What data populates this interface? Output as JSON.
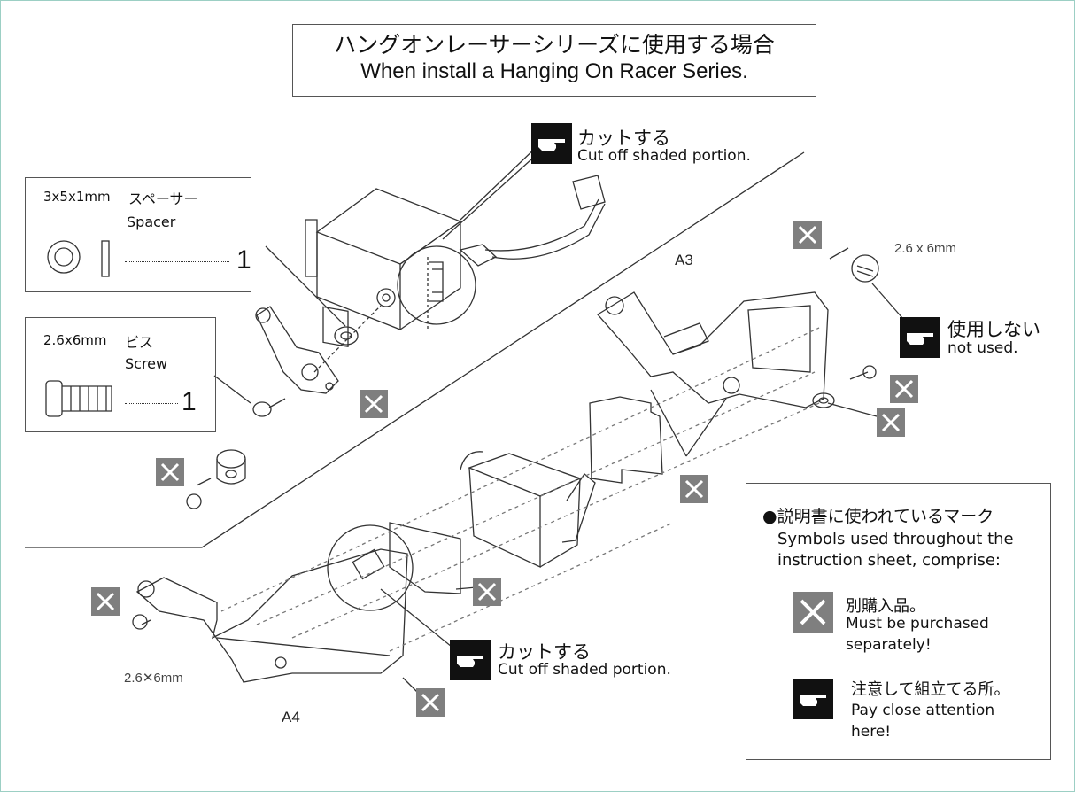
{
  "header": {
    "title_jp": "ハングオンレーサーシリーズに使用する場合",
    "title_en": "When install a Hanging On Racer Series."
  },
  "parts": {
    "spacer": {
      "size": "3x5x1mm",
      "name_jp": "スペーサー",
      "name_en": "Spacer",
      "qty": "1"
    },
    "screw": {
      "size": "2.6x6mm",
      "name_jp": "ビス",
      "name_en": "Screw",
      "qty": "1"
    }
  },
  "notes": {
    "cut_top": {
      "jp": "カットする",
      "en": "Cut off shaded portion."
    },
    "cut_bottom": {
      "jp": "カットする",
      "en": "Cut off shaded portion."
    },
    "not_used": {
      "jp": "使用しない",
      "en": "not used."
    }
  },
  "labels": {
    "a3": "A3",
    "a4": "A4",
    "screw_top": "2.6 x 6mm",
    "screw_bottom": "2.6✕6mm"
  },
  "legend": {
    "heading": "●説明書に使われているマーク",
    "subtitle_line1": "Symbols used throughout the",
    "subtitle_line2": "instruction sheet, comprise:",
    "purchase_jp": "別購入品。",
    "purchase_en_line1": "Must be purchased",
    "purchase_en_line2": "separately!",
    "attention_jp": "注意して組立てる所。",
    "attention_en_line1": "Pay close attention",
    "attention_en_line2": "here!"
  },
  "icons": {
    "purchase": "x-mark-icon",
    "attention": "pointing-hand-icon"
  },
  "colors": {
    "x_mark": "#7f7f7f",
    "hand_bg": "#111111",
    "frame": "#9ccfc4"
  }
}
